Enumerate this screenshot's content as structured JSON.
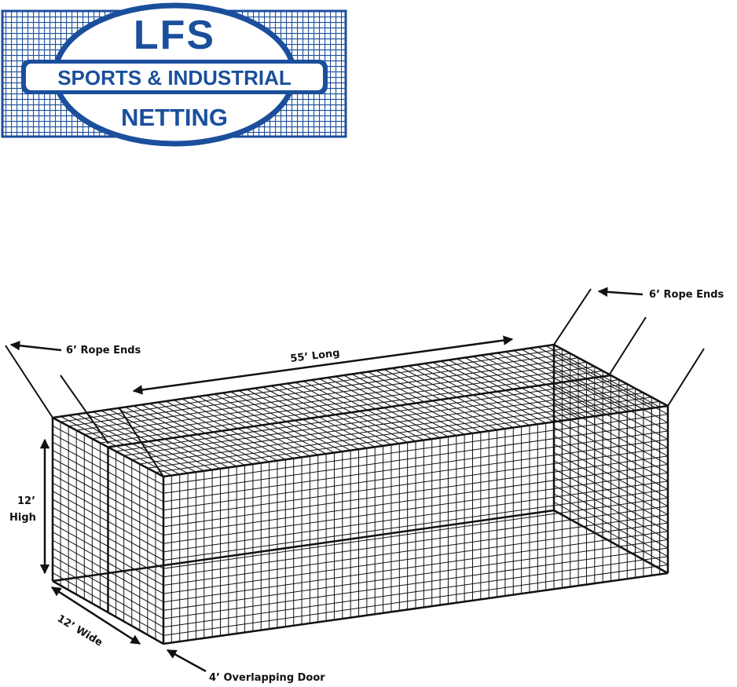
{
  "logo": {
    "brand": "LFS",
    "line1": "SPORTS & INDUSTRIAL",
    "line2": "NETTING",
    "colors": {
      "blue": "#1b4f9c",
      "white": "#ffffff"
    }
  },
  "diagram": {
    "labels": {
      "rope_ends_left": "6’ Rope Ends",
      "rope_ends_right": "6’ Rope Ends",
      "length": "55’ Long",
      "height_value": "12’",
      "height_word": "High",
      "width": "12’ Wide",
      "door": "4’ Overlapping Door"
    },
    "colors": {
      "line": "#111111",
      "background": "#ffffff"
    }
  }
}
